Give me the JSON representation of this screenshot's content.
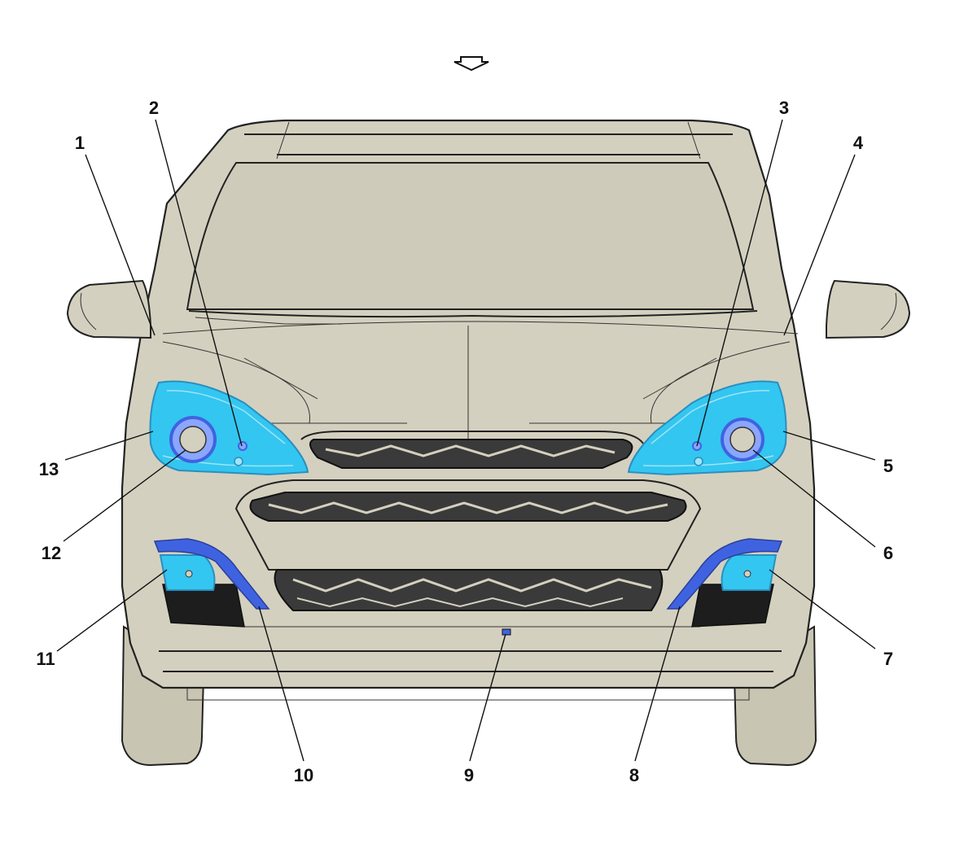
{
  "colors": {
    "background": "#ffffff",
    "car_body": "#d4d0bf",
    "car_shadow": "#c9c5b3",
    "outline": "#222222",
    "highlight_light": "#33c6f0",
    "highlight_lens": "#8aa6ff",
    "highlight_strip": "#3f63e0",
    "grille": "#2b2b2b"
  },
  "icons": {
    "view_direction": "view-direction-arrow-icon"
  },
  "callouts": [
    {
      "id": "1",
      "label": "1"
    },
    {
      "id": "2",
      "label": "2"
    },
    {
      "id": "3",
      "label": "3"
    },
    {
      "id": "4",
      "label": "4"
    },
    {
      "id": "5",
      "label": "5"
    },
    {
      "id": "6",
      "label": "6"
    },
    {
      "id": "7",
      "label": "7"
    },
    {
      "id": "8",
      "label": "8"
    },
    {
      "id": "9",
      "label": "9"
    },
    {
      "id": "10",
      "label": "10"
    },
    {
      "id": "11",
      "label": "11"
    },
    {
      "id": "12",
      "label": "12"
    },
    {
      "id": "13",
      "label": "13"
    }
  ]
}
